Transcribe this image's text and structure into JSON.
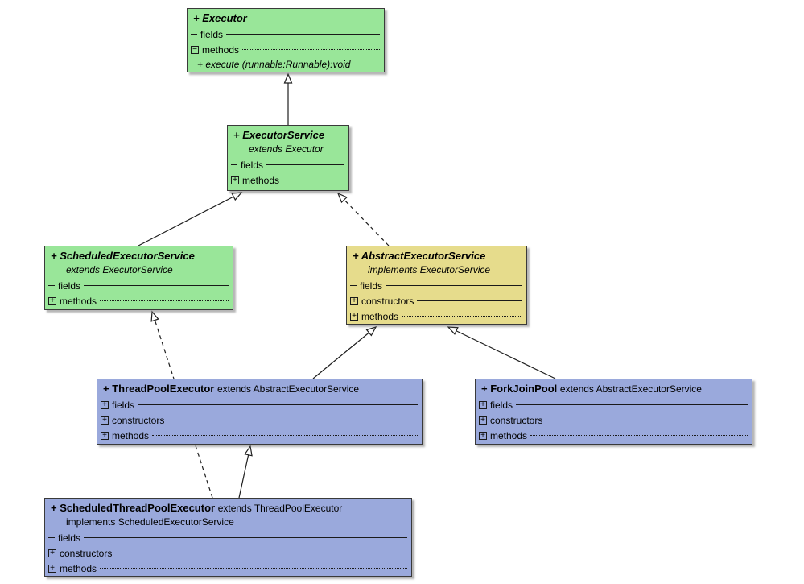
{
  "icons": {
    "plus": "+",
    "minus": "−"
  },
  "colors": {
    "interface_fill": "#99E699",
    "abstract_class_fill": "#E6DC8C",
    "class_fill": "#9AA9DC",
    "border": "#3a3a3a"
  },
  "classes": {
    "executor": {
      "name": "+ Executor",
      "fields_label": "fields",
      "methods_label": "methods",
      "method_signature": "+  execute (runnable:Runnable):void"
    },
    "executor_service": {
      "name": "+ ExecutorService",
      "extends_line": "extends  Executor",
      "fields_label": "fields",
      "methods_label": "methods"
    },
    "scheduled_executor_service": {
      "name": "+ ScheduledExecutorService",
      "extends_line": "extends  ExecutorService",
      "fields_label": "fields",
      "methods_label": "methods"
    },
    "abstract_executor_service": {
      "name": "+ AbstractExecutorService",
      "implements_line": "implements  ExecutorService",
      "fields_label": "fields",
      "constructors_label": "constructors",
      "methods_label": "methods"
    },
    "thread_pool_executor": {
      "name": "+ ThreadPoolExecutor",
      "extends_suffix": "extends  AbstractExecutorService",
      "fields_label": "fields",
      "constructors_label": "constructors",
      "methods_label": "methods"
    },
    "fork_join_pool": {
      "name": "+ ForkJoinPool",
      "extends_suffix": "extends  AbstractExecutorService",
      "fields_label": "fields",
      "constructors_label": "constructors",
      "methods_label": "methods"
    },
    "scheduled_thread_pool_executor": {
      "name": "+ ScheduledThreadPoolExecutor",
      "extends_suffix": "extends  ThreadPoolExecutor",
      "implements_line": "implements  ScheduledExecutorService",
      "fields_label": "fields",
      "constructors_label": "constructors",
      "methods_label": "methods"
    }
  },
  "relations": [
    {
      "from": "ExecutorService",
      "to": "Executor",
      "type": "generalization"
    },
    {
      "from": "ScheduledExecutorService",
      "to": "ExecutorService",
      "type": "generalization"
    },
    {
      "from": "AbstractExecutorService",
      "to": "ExecutorService",
      "type": "realization"
    },
    {
      "from": "ThreadPoolExecutor",
      "to": "AbstractExecutorService",
      "type": "generalization"
    },
    {
      "from": "ForkJoinPool",
      "to": "AbstractExecutorService",
      "type": "generalization"
    },
    {
      "from": "ScheduledThreadPoolExecutor",
      "to": "ThreadPoolExecutor",
      "type": "generalization"
    },
    {
      "from": "ScheduledThreadPoolExecutor",
      "to": "ScheduledExecutorService",
      "type": "realization"
    }
  ]
}
